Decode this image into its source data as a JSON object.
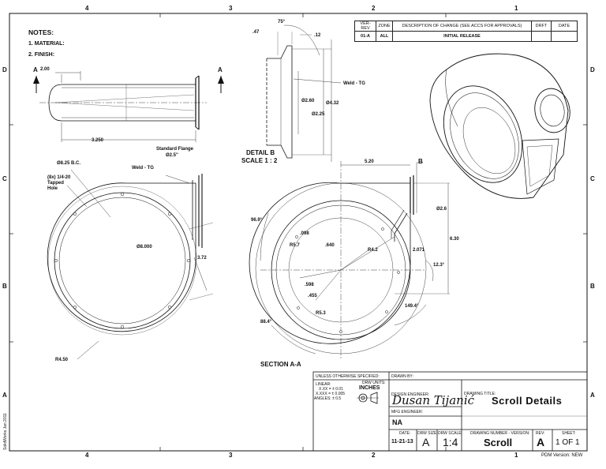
{
  "zones": {
    "top": [
      "4",
      "3",
      "2",
      "1"
    ],
    "bottom": [
      "4",
      "3",
      "2",
      "1"
    ],
    "left": [
      "D",
      "C",
      "B",
      "A"
    ],
    "right": [
      "D",
      "C",
      "B",
      "A"
    ]
  },
  "notes": {
    "title": "NOTES:",
    "items": [
      "1.   MATERIAL:",
      "2.   FINISH:"
    ]
  },
  "revision_table": {
    "headers": [
      "VER-REV",
      "ZONE",
      "DESCRIPTION OF CHANGE (SEE ACCS FOR APPROVALS)",
      "DRFT",
      "DATE"
    ],
    "rows": [
      [
        "01-A",
        "ALL",
        "INITIAL RELEASE",
        "",
        ""
      ]
    ]
  },
  "views": {
    "section_a_a": "SECTION A-A",
    "detail_b_line1": "DETAIL B",
    "detail_b_line2": "SCALE 1 : 2",
    "section_arrow_letter": "A",
    "detail_letter": "B"
  },
  "dimensions": {
    "top_left_2_00": "2.00",
    "top_left_3_250": "3.250",
    "detail_47": ".47",
    "detail_75deg": "75°",
    "detail_12": ".12",
    "detail_weld": "Weld - TG",
    "detail_dia_2_60": "Ø2.60",
    "detail_dia_2_25": "Ø2.25",
    "detail_dia_4_32": "Ø4.32",
    "flange_standard": "Standard Flange",
    "flange_dia": "Ø2.5\"",
    "left_bc": "Ø8.25 B.C.",
    "left_weld": "Weld - TG",
    "left_holes_1": "(8x) 1/4-20",
    "left_holes_2": "Tapped",
    "left_holes_3": "Hole",
    "left_dia_8_000": "Ø8.000",
    "left_3_72": "3.72",
    "left_r4_50": "R4.50",
    "sec_5_20": "5.20",
    "sec_96_9": "96.9°",
    "sec_098": ".098",
    "sec_r5_7": "R5.7",
    "sec_640": ".640",
    "sec_r4_2": "R4.2",
    "sec_2_071": "2.071",
    "sec_dia_2_6": "Ø2.6",
    "sec_6_30": "6.30",
    "sec_12_3": "12.3°",
    "sec_598": ".598",
    "sec_455": ".455",
    "sec_r5_3": "R5.3",
    "sec_149_4": "149.4°",
    "sec_88_4": "88.4°"
  },
  "title_block": {
    "unless": "UNLESS OTHERWISE SPECIFIED:",
    "linear_label": "LINEAR:",
    "tol_xx": "X.XX = ± 0.01",
    "tol_xxx": "X.XXX = ± 0.005",
    "angles": "ANGLES: ± 0.5",
    "units_label": "DRW UNITS:",
    "units_value": "INCHES",
    "drawn_by_label": "DRAWN BY:",
    "drawn_by_value": "",
    "design_engineer_label": "DESIGN ENGINEER:",
    "design_engineer_signature": "Dusan Tijanić",
    "mfg_engineer_label": "MFG ENGINEER:",
    "mfg_engineer_value": "NA",
    "date_label": "DATE:",
    "date_value": "11-21-13",
    "drw_size_label": "DRW SIZE:",
    "drw_size_value": "A",
    "drw_scale_label": "DRW SCALE:",
    "drw_scale_value": "1:4",
    "drawing_title_label": "DRAWING TITLE:",
    "drawing_title_value": "Scroll Details",
    "drawing_number_label": "DRAWING NUMBER - VERSION:",
    "drawing_number_value": "Scroll",
    "rev_label": "REV:",
    "rev_value": "A",
    "sheet_label": "SHEET:",
    "sheet_value": "1 OF 1"
  },
  "footer": {
    "pdm_version": "PDM Version: NEW",
    "side_text": "SolidWorks Jan 2011"
  }
}
